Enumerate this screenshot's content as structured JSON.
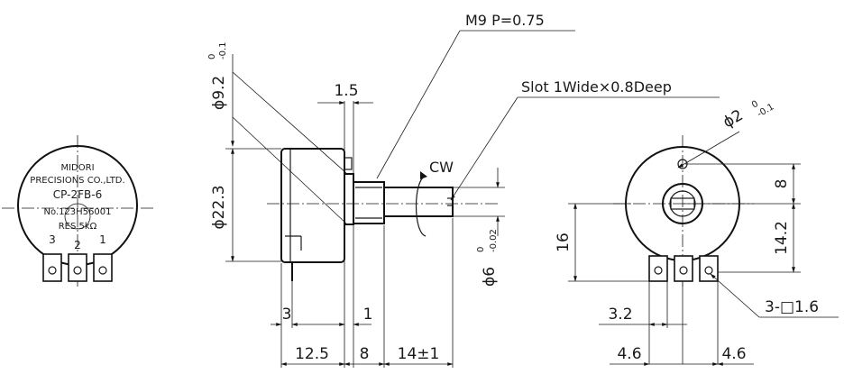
{
  "front_face": {
    "brand_line1": "MIDORI",
    "brand_line2": "PRECISIONS CO.,LTD.",
    "model": "CP-2FB-6",
    "serial": "No.123H56001",
    "resistance": "RES.5kΩ",
    "terminal_3": "3",
    "terminal_2": "2",
    "terminal_1": "1"
  },
  "callouts": {
    "thread": "M9 P=0.75",
    "slot": "Slot  1Wide×0.8Deep",
    "rotation": "CW"
  },
  "side_view": {
    "body_dia_base": "ϕ9.2",
    "body_dia_tol_upper": "0",
    "body_dia_tol_lower": "-0.1",
    "dim_1_5": "1.5",
    "dim_22_3": "ϕ22.3",
    "shaft_dia_base": "ϕ6",
    "shaft_dia_tol_upper": "0",
    "shaft_dia_tol_lower": "-0.02",
    "dim_3": "3",
    "dim_1": "1",
    "dim_12_5": "12.5",
    "dim_8": "8",
    "dim_14": "14±1"
  },
  "rear_view": {
    "pin_dia_base": "ϕ2",
    "pin_dia_tol_upper": "0",
    "pin_dia_tol_lower": "-0.1",
    "dim_8": "8",
    "dim_16": "16",
    "dim_14_2": "14.2",
    "dim_3_2": "3.2",
    "terminal_note": "3-□1.6",
    "dim_4_6_left": "4.6",
    "dim_4_6_right": "4.6"
  }
}
